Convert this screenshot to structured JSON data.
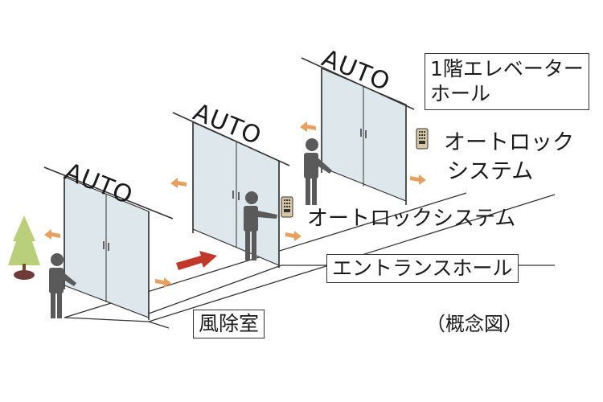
{
  "labels": {
    "auto_1": "AUTO",
    "auto_2": "AUTO",
    "auto_3": "AUTO",
    "elevator_hall_line1": "1階エレベーター",
    "elevator_hall_line2": "ホール",
    "autolock_upper_line1": "オートロック",
    "autolock_upper_line2": "システム",
    "autolock_lower": "オートロックシステム",
    "entrance_hall": "エントランスホール",
    "windbreak_room": "風除室",
    "concept_note": "（概念図）"
  },
  "colors": {
    "glass": "#dde7ec",
    "line": "#333333",
    "person": "#5a5a5a",
    "small_arrow": "#e8a060",
    "main_arrow": "#c0392b",
    "tree": "#b9cf7a"
  }
}
